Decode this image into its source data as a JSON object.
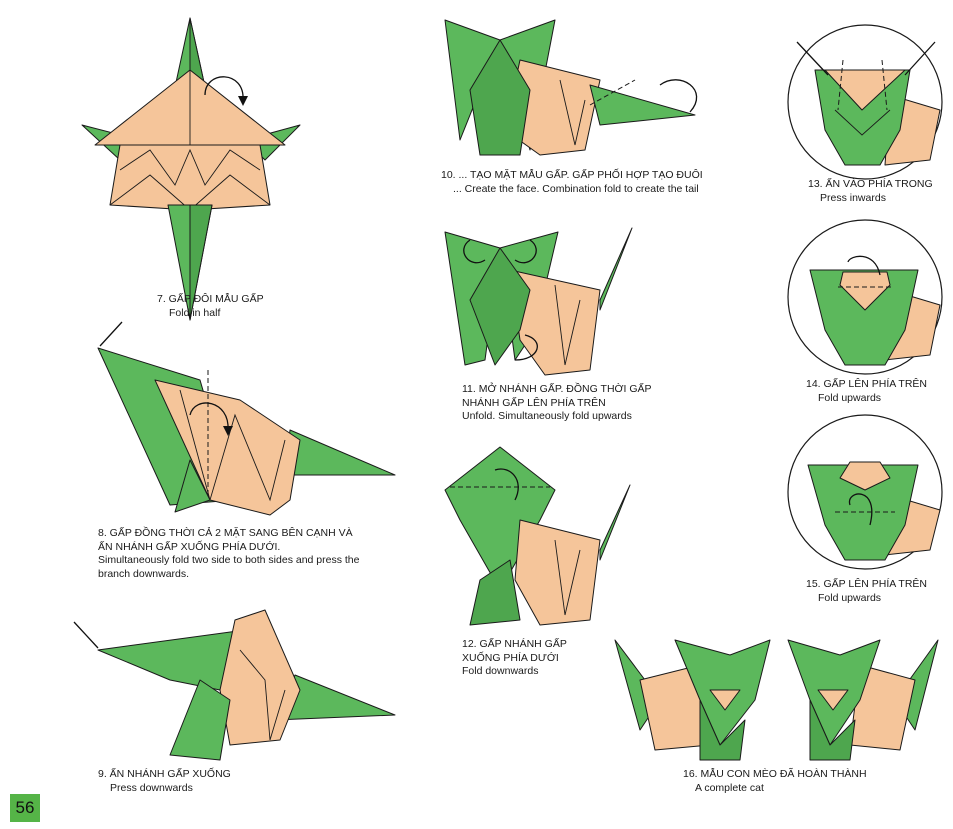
{
  "page_number": "56",
  "steps": [
    {
      "id": "7",
      "vi": "7. GẤP ĐÔI MẪU GẤP",
      "en": "Fold in half"
    },
    {
      "id": "8",
      "vi": "8. GẤP ĐỒNG THỜI CẢ 2 MẶT SANG BÊN CẠNH VÀ ẤN NHÁNH GẤP XUỐNG PHÍA DƯỚI.",
      "en": "Simultaneously fold two side to both sides and press the branch downwards."
    },
    {
      "id": "9",
      "vi": "9. ẤN NHÁNH GẤP XUỐNG",
      "en": "Press downwards"
    },
    {
      "id": "10",
      "vi": "10. ... TẠO MẶT MẪU GẤP. GẤP PHỐI HỢP TẠO ĐUÔI",
      "en": "... Create the face. Combination fold to create the tail"
    },
    {
      "id": "11",
      "vi": "11. MỞ NHÁNH GẤP. ĐỒNG THỜI GẤP NHÁNH GẤP LÊN PHÍA TRÊN",
      "en": "Unfold. Simultaneously fold upwards"
    },
    {
      "id": "12",
      "vi": "12. GẤP NHÁNH GẤP XUỐNG PHÍA DƯỚI",
      "en": "Fold downwards"
    },
    {
      "id": "13",
      "vi": "13. ẤN VÀO PHÍA TRONG",
      "en": "Press inwards"
    },
    {
      "id": "14",
      "vi": "14. GẤP LÊN PHÍA TRÊN",
      "en": "Fold upwards"
    },
    {
      "id": "15",
      "vi": "15. GẤP LÊN PHÍA TRÊN",
      "en": "Fold upwards"
    },
    {
      "id": "16",
      "vi": "16. MẪU CON MÈO ĐÃ HOÀN THÀNH",
      "en": "A complete cat"
    }
  ],
  "colors": {
    "paper_green": "#5cb85c",
    "paper_tan": "#f5c59a",
    "page_badge": "#55b447"
  }
}
